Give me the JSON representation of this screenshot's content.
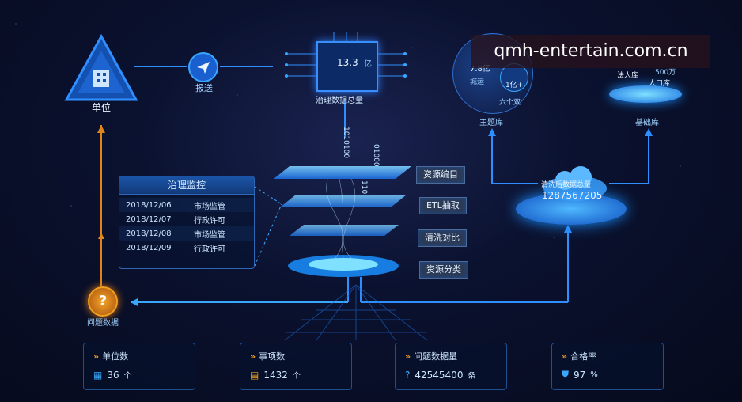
{
  "nodes": {
    "unit_label": "单位",
    "report_label": "报送",
    "chip_value": "13.3",
    "chip_unit": "亿",
    "chip_caption": "治理数据总量",
    "binary_1": "1010100",
    "binary_2": "01000",
    "binary_3": "110",
    "problem_label": "问题数据"
  },
  "right": {
    "topic_db": {
      "label": "主题库",
      "bubble1_value": "7.8亿",
      "bubble1_label": "城运",
      "bubble2_value": "1亿+",
      "caption": "六个双"
    },
    "base_db": {
      "label": "基础库",
      "top_value": "500万",
      "legal_label": "法人库",
      "pop_label": "人口库"
    },
    "cloud": {
      "title": "清洗后数据总量",
      "value": "1287567205"
    }
  },
  "pipeline_tags": [
    "资源编目",
    "ETL抽取",
    "清洗对比",
    "资源分类"
  ],
  "monitor": {
    "title": "治理监控",
    "rows": [
      {
        "date": "2018/12/06",
        "item": "市场监管"
      },
      {
        "date": "2018/12/07",
        "item": "行政许可"
      },
      {
        "date": "2018/12/08",
        "item": "市场监管"
      },
      {
        "date": "2018/12/09",
        "item": "行政许可"
      }
    ]
  },
  "stats": [
    {
      "title": "单位数",
      "value": "36",
      "unit": "个",
      "icon": "building-icon"
    },
    {
      "title": "事项数",
      "value": "1432",
      "unit": "个",
      "icon": "list-icon"
    },
    {
      "title": "问题数据量",
      "value": "42545400",
      "unit": "条",
      "icon": "question-icon"
    },
    {
      "title": "合格率",
      "value": "97",
      "unit": "%",
      "icon": "shield-icon"
    }
  ],
  "watermark": "qmh-entertain.com.cn",
  "colors": {
    "accent": "#35a8ff",
    "orange": "#f0a020",
    "panel_border": "#1f4f8f"
  }
}
